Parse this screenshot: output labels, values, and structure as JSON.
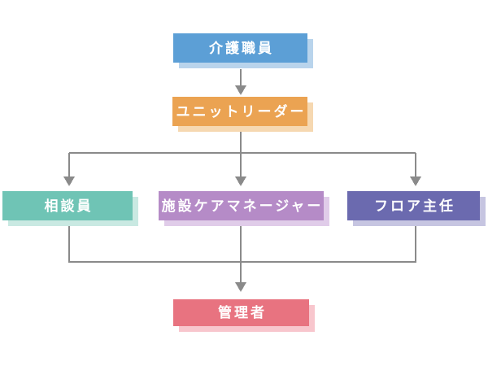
{
  "diagram": {
    "type": "organization-flowchart",
    "background": "#ffffff",
    "text_color": "#ffffff",
    "connector_color": "#8a8a8a",
    "nodes": [
      {
        "id": "care-staff",
        "label": "介護職員",
        "fill": "#5c9fd6",
        "shadow": "#b9d4ec"
      },
      {
        "id": "unit-leader",
        "label": "ユニットリーダー",
        "fill": "#eba352",
        "shadow": "#f6d8b1"
      },
      {
        "id": "counselor",
        "label": "相談員",
        "fill": "#6fc4b5",
        "shadow": "#c9e9e2"
      },
      {
        "id": "facility-care-manager",
        "label": "施設ケアマネージャー",
        "fill": "#b58bc7",
        "shadow": "#e0cce9"
      },
      {
        "id": "floor-chief",
        "label": "フロア主任",
        "fill": "#6b6aaf",
        "shadow": "#c6c5e1"
      },
      {
        "id": "manager",
        "label": "管理者",
        "fill": "#e87380",
        "shadow": "#f8c6cd"
      }
    ],
    "edges": [
      {
        "from": "care-staff",
        "to": "unit-leader"
      },
      {
        "from": "unit-leader",
        "to": "counselor"
      },
      {
        "from": "unit-leader",
        "to": "facility-care-manager"
      },
      {
        "from": "unit-leader",
        "to": "floor-chief"
      },
      {
        "from": "counselor",
        "to": "manager"
      },
      {
        "from": "facility-care-manager",
        "to": "manager"
      },
      {
        "from": "floor-chief",
        "to": "manager"
      }
    ]
  }
}
